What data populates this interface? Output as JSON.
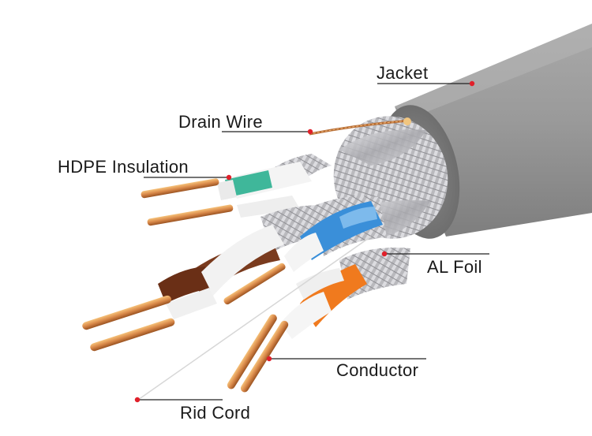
{
  "labels": {
    "jacket": "Jacket",
    "drain_wire": "Drain Wire",
    "hdpe_insulation": "HDPE Insulation",
    "al_foil": "AL Foil",
    "conductor": "Conductor",
    "rid_cord": "Rid Cord"
  },
  "colors": {
    "jacket": "#8f8f8f",
    "foil": "#b5b5b8",
    "copper": "#d9894a",
    "pair_green": "#3fb79a",
    "pair_brown": "#7a3b1e",
    "pair_blue": "#3a8fd9",
    "pair_orange": "#f07a1e",
    "pointer_dot": "#e0202a",
    "leader_line": "#222222"
  },
  "icons": {
    "pointer": "red-dot"
  }
}
